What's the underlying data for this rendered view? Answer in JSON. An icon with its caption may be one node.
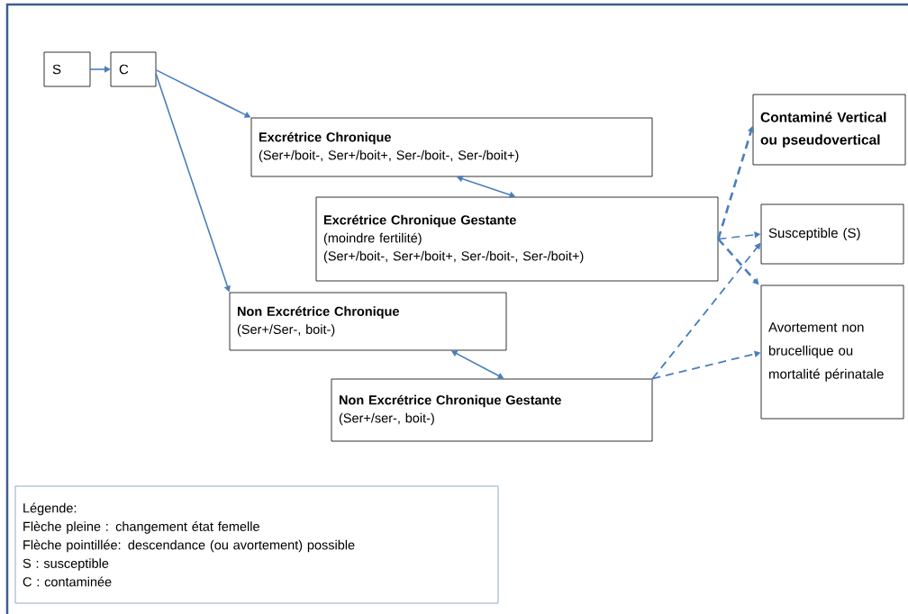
{
  "diagram": {
    "nodes": [
      {
        "text": [
          "S"
        ]
      },
      {
        "text": [
          "C"
        ]
      },
      {
        "text": [
          "Excrétrice Chronique",
          "(Ser+/boit-, Ser+/boit+, Ser-/boit-, Ser-/boit+)"
        ]
      },
      {
        "text": [
          "Excrétrice Chronique Gestante",
          "(moindre fertilité)",
          "(Ser+/boit-, Ser+/boit+, Ser-/boit-, Ser-/boit+)"
        ]
      },
      {
        "text": [
          "Non Excrétrice Chronique",
          "(Ser+/Ser-, boit-)"
        ]
      },
      {
        "text": [
          "Non Excrétrice Chronique Gestante",
          "(Ser+/ser-, boit-)"
        ]
      },
      {
        "text": [
          "Contaminé Vertical ou pseudovertical"
        ]
      },
      {
        "text": [
          "Susceptible (S)"
        ]
      },
      {
        "text": [
          "Avortement non brucellique ou mortalité périnatale"
        ]
      },
      {
        "text": [
          "Légende:",
          "Flèche pleine : changement état femelle",
          "Flèche pointillée: descendance (ou avortement) possible",
          "S : susceptible",
          "C : contaminée"
        ]
      }
    ],
    "edges": [
      {
        "from": 0,
        "to": 1,
        "arrow": "to"
      },
      {
        "from": 1,
        "to": 2,
        "arrow": "to"
      },
      {
        "from": 1,
        "to": 4,
        "arrow": "to"
      },
      {
        "from": 2,
        "to": 3,
        "arrow": "both"
      },
      {
        "from": 4,
        "to": 5,
        "arrow": "both"
      },
      {
        "from": 3,
        "to": 6,
        "arrow": "to",
        "style": "dashed"
      },
      {
        "from": 3,
        "to": 7,
        "arrow": "to",
        "style": "dashed"
      },
      {
        "from": 3,
        "to": 8,
        "arrow": "to",
        "style": "dashed"
      },
      {
        "from": 5,
        "to": 7,
        "arrow": "to",
        "style": "dashed"
      },
      {
        "from": 5,
        "to": 8,
        "arrow": "to",
        "style": "dashed"
      }
    ]
  }
}
